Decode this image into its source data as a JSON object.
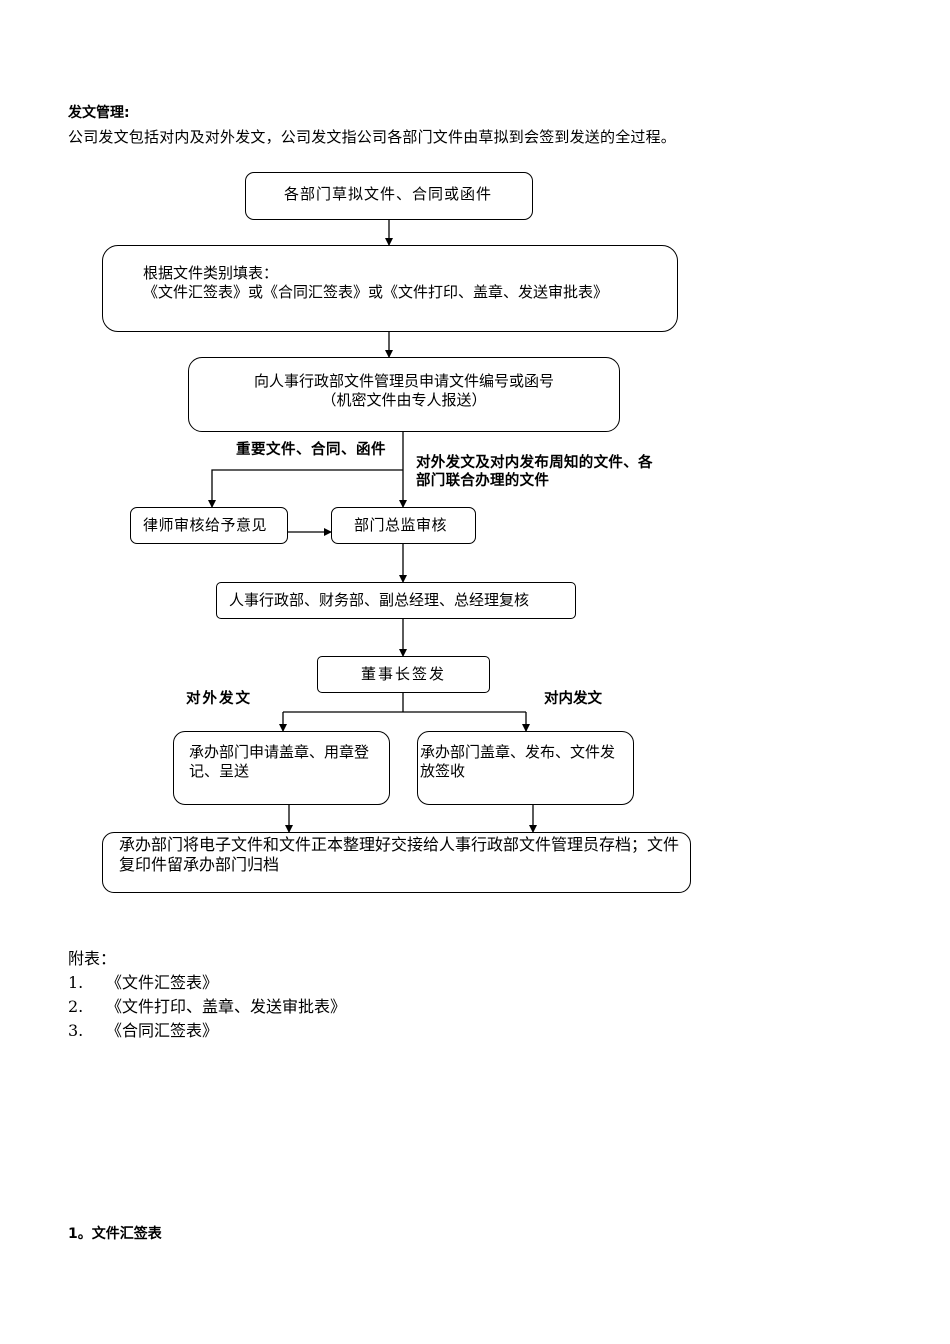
{
  "heading": "发文管理:",
  "intro": "公司发文包括对内及对外发文，公司发文指公司各部门文件由草拟到会签到发送的全过程。",
  "flow": {
    "step1": "各部门草拟文件、合同或函件",
    "step2_line1": "根据文件类别填表：",
    "step2_line2": "《文件汇签表》或《合同汇签表》或《文件打印、盖章、发送审批表》",
    "step3_line1": "向人事行政部文件管理员申请文件编号或函号",
    "step3_line2": "（机密文件由专人报送）",
    "label_important": "重要文件、合同、函件",
    "label_external_notice": "对外发文及对内发布周知的文件、各部门联合办理的文件",
    "lawyer": "律师审核给予意见",
    "director": "部门总监审核",
    "review": "人事行政部、财务部、副总经理、总经理复核",
    "chairman": "董事长签发",
    "label_external": "对外发文",
    "label_internal": "对内发文",
    "ext_dept": "承办部门申请盖章、用章登记、呈送",
    "int_dept": "承办部门盖章、发布、文件发放签收",
    "archive": "承办部门将电子文件和文件正本整理好交接给人事行政部文件管理员存档；文件复印件留承办部门归档"
  },
  "appendix": {
    "title": "附表：",
    "items": [
      {
        "num": "1.",
        "text": "《文件汇签表》"
      },
      {
        "num": "2.",
        "text": "《文件打印、盖章、发送审批表》"
      },
      {
        "num": "3.",
        "text": "《合同汇签表》"
      }
    ]
  },
  "section_title": "1。文件汇签表"
}
